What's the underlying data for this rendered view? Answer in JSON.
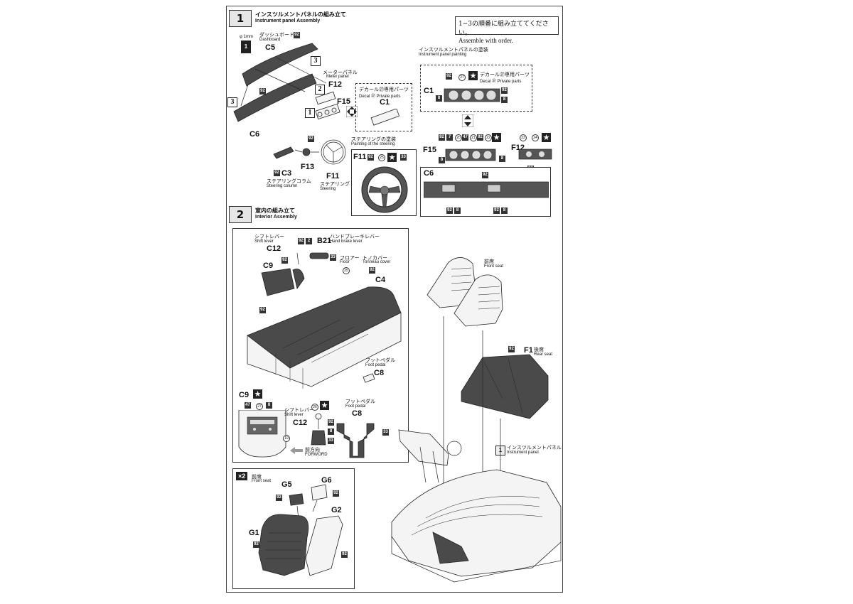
{
  "step1": {
    "number": "1",
    "title_jp": "インスツルメントパネルの組み立て",
    "title_en": "Instrument panel Assembly",
    "order_note_jp": "1−3の順番に組み立ててください。",
    "order_note_en": "Assemble with order.",
    "drill_note": "φ 1mm",
    "drill_icon": "1",
    "parts": {
      "dashboard_jp": "ダッシュボード",
      "dashboard_en": "Dashboard",
      "dashboard_id": "C5",
      "dashboard_color": "92",
      "meter_jp": "メーターパネル",
      "meter_en": "Meter panel",
      "meter_id": "F12",
      "f15_id": "F15",
      "c6_id": "C6",
      "c6_color": "92",
      "seq1": "1",
      "seq2": "2",
      "seq3": "3",
      "column_jp": "ステアリングコラム",
      "column_en": "Steering column",
      "column_id": "C3",
      "column_color": "92",
      "f13_id": "F13",
      "f13_color": "92",
      "wheel_jp": "ステアリング",
      "wheel_en": "Steering",
      "wheel_id": "F11"
    },
    "decal_box": {
      "title_jp": "デカール㉗専用パーツ",
      "title_en": "Decal ㉗ Private parts",
      "part_id": "C1"
    },
    "steering_paint": {
      "title_jp": "ステアリングの塗装",
      "title_en": "Painting of the steering",
      "part_id": "F11",
      "c1": "92",
      "c2": "25",
      "c3": "33"
    },
    "panel_paint": {
      "title_jp": "インスツルメントパネルの塗装",
      "title_en": "Instrument panel painting",
      "c1_id": "C1",
      "c1_decal_jp": "デカール㉗専用パーツ",
      "c1_decal_en": "Decal ㉗ Private parts",
      "c1_colors": [
        "92",
        "27",
        "8",
        "92",
        "8"
      ],
      "f15_id": "F15",
      "f15_colors": [
        "92",
        "7",
        "20",
        "47",
        "21",
        "92",
        "22",
        "8",
        "8"
      ],
      "f12_id": "F12",
      "f12_colors": [
        "23",
        "24",
        "92"
      ],
      "c6_id": "C6",
      "c6_colors": [
        "92",
        "92",
        "8",
        "92",
        "8"
      ]
    }
  },
  "step2": {
    "number": "2",
    "title_jp": "室内の組み立て",
    "title_en": "Interior Assembly",
    "shift_jp": "シフトレバー",
    "shift_en": "Shift lever",
    "shift_id": "C12",
    "shift_colors": [
      "92",
      "2"
    ],
    "brake_jp": "ハンドブレーキレバー",
    "brake_en": "Hand brake lever",
    "brake_id": "B21",
    "brake_color": "33",
    "c9_id": "C9",
    "c9_color": "92",
    "floor_jp": "フロアー",
    "floor_en": "Floor",
    "floor_color": "25",
    "tonneau_jp": "トノカバー",
    "tonneau_en": "Tonneau cover",
    "tonneau_color": "92",
    "c4_id": "C4",
    "tub_color": "92",
    "pedal_jp": "フットペダル",
    "pedal_en": "Foot pedal",
    "pedal_id": "C8",
    "c9_detail_id": "C9",
    "c9_detail_colors": [
      "47",
      "27",
      "8",
      "19"
    ],
    "shift_detail_jp": "シフトレバー",
    "shift_detail_en": "Shift lever",
    "shift_detail_id": "C12",
    "shift_detail_colors": [
      "26",
      "92",
      "8",
      "33"
    ],
    "forward_jp": "前方向",
    "forward_en": "FORWORD",
    "pedal_detail_jp": "フットペダル",
    "pedal_detail_en": "Foot pedal",
    "pedal_detail_id": "C8",
    "pedal_detail_color": "33",
    "front_seat_jp": "前席",
    "front_seat_en": "Front seat",
    "rear_seat_jp": "後席",
    "rear_seat_en": "Rear seat",
    "rear_seat_id": "F1",
    "rear_seat_color": "92",
    "inst_ref": "1",
    "inst_jp": "インスツルメントパネル",
    "inst_en": "Instrument panel",
    "seat_box": {
      "qty": "×2",
      "jp": "前席",
      "en": "Front seat",
      "g5": "G5",
      "g5_color": "92",
      "g6": "G6",
      "g6_color": "92",
      "g1": "G1",
      "g1_color": "92",
      "g2": "G2",
      "g2_color": "92"
    }
  },
  "icons": {
    "star": "star-icon",
    "rotate": "rotate-arrows-icon",
    "arrow": "forward-arrow-icon"
  }
}
